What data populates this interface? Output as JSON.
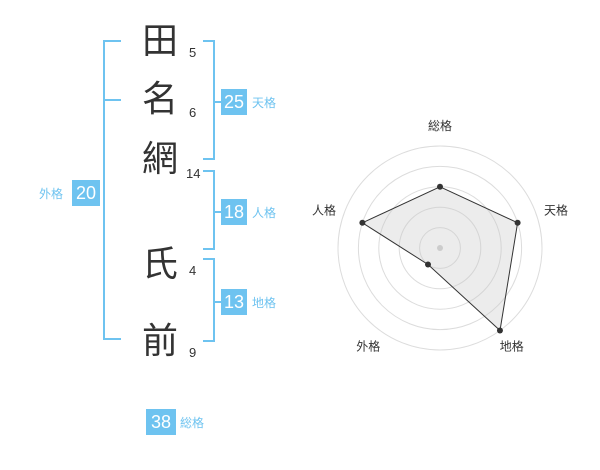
{
  "characters": [
    {
      "char": "田",
      "strokes": "5"
    },
    {
      "char": "名",
      "strokes": "6"
    },
    {
      "char": "網",
      "strokes": "14"
    },
    {
      "char": "氏",
      "strokes": "4"
    },
    {
      "char": "前",
      "strokes": "9"
    }
  ],
  "kakusu": {
    "tenkaku": {
      "value": "25",
      "label": "天格"
    },
    "jinkaku": {
      "value": "18",
      "label": "人格"
    },
    "chikaku": {
      "value": "13",
      "label": "地格"
    },
    "gaikaku": {
      "value": "20",
      "label": "外格"
    },
    "soukaku": {
      "value": "38",
      "label": "総格"
    }
  },
  "chart_data": {
    "type": "radar",
    "axes": [
      "総格",
      "天格",
      "地格",
      "外格",
      "人格"
    ],
    "values": [
      3,
      4,
      5,
      1,
      4
    ],
    "max": 5,
    "rings": 5,
    "colors": {
      "accent": "#6ec3f0",
      "fill": "#eeeeee",
      "stroke": "#333333"
    }
  }
}
